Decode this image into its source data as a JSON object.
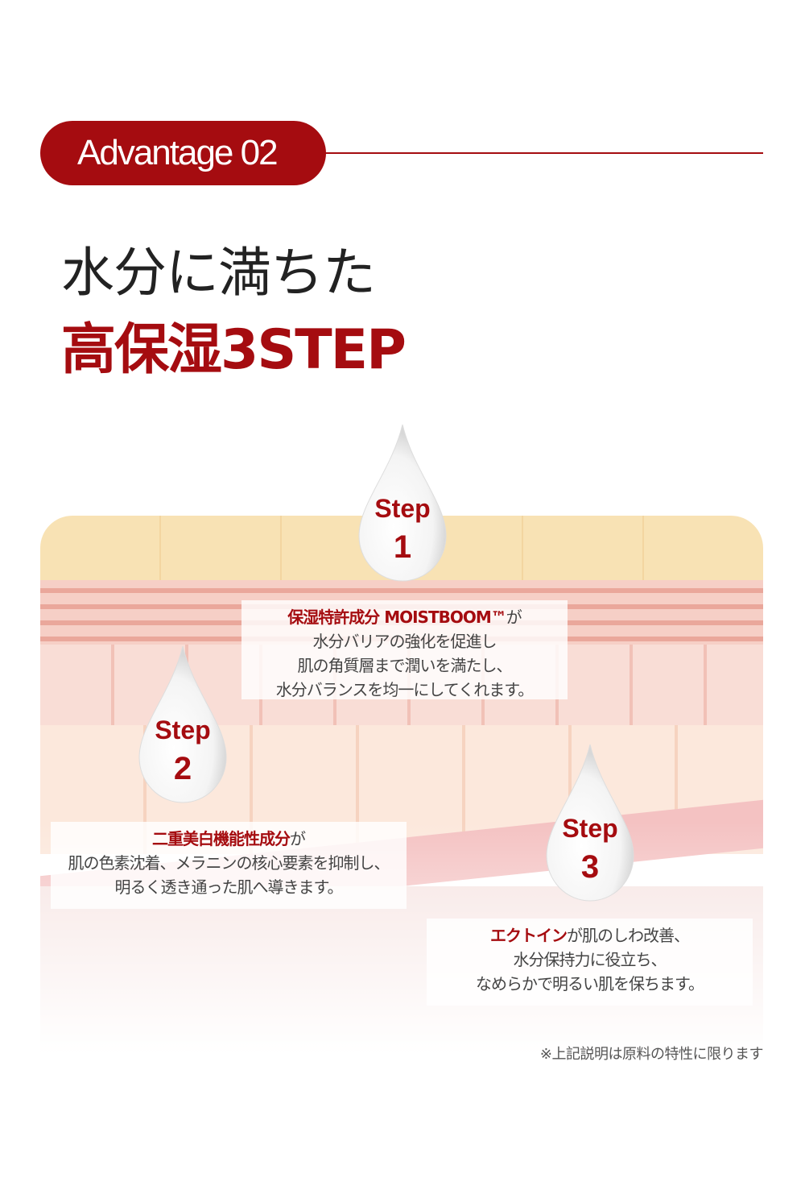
{
  "badge": {
    "label": "Advantage 02"
  },
  "title": {
    "line1": "水分に満ちた",
    "line2": "高保湿3STEP"
  },
  "steps": [
    {
      "step": "Step",
      "num": "1",
      "highlight": "保湿特許成分 MOISTBOOM™",
      "suffix": "が",
      "lines": [
        "水分バリアの強化を促進し",
        "肌の角質層まで潤いを満たし、",
        "水分バランスを均一にしてくれます。"
      ]
    },
    {
      "step": "Step",
      "num": "2",
      "highlight": "二重美白機能性成分",
      "suffix": "が",
      "lines": [
        "肌の色素沈着、メラニンの核心要素を抑制し、",
        "明るく透き通った肌へ導きます。"
      ]
    },
    {
      "step": "Step",
      "num": "3",
      "highlight": "エクトイン",
      "suffix": "が肌のしわ改善、",
      "lines": [
        "水分保持力に役立ち、",
        "なめらかで明るい肌を保ちます。"
      ]
    }
  ],
  "note": "※上記説明は原料の特性に限ります",
  "colors": {
    "accent": "#a50c10"
  }
}
